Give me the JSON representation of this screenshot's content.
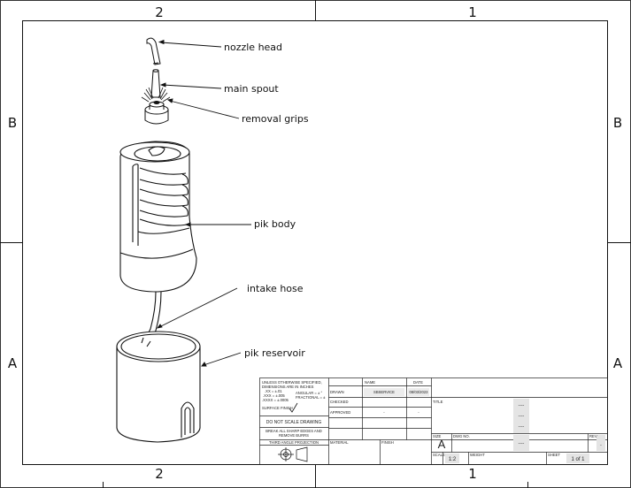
{
  "frame": {
    "top_zones": [
      "2",
      "1"
    ],
    "bottom_zones": [
      "2",
      "1"
    ],
    "left_zones": [
      "B",
      "A"
    ],
    "right_zones": [
      "B",
      "A"
    ]
  },
  "callouts": {
    "nozzle_head": "nozzle head",
    "main_spout": "main spout",
    "removal_grips": "removal grips",
    "pik_body": "pik body",
    "intake_hose": "intake hose",
    "pik_reservoir": "pik reservoir"
  },
  "title_block": {
    "tolerance_note": {
      "line1": "UNLESS OTHERWISE SPECIFIED,",
      "line2": "DIMENSIONS ARE IN INCHES",
      "line3": ".XX = ±.01",
      "line4": ".XXX = ±.005",
      "line5": ".XXXX = ±.0005",
      "angular": "ANGULAR = ± °",
      "fractional": "FRACTIONAL = ±"
    },
    "surface_finish_label": "SURFACE FINISH",
    "do_not_scale": "DO NOT SCALE DRAWING",
    "break_edges_line1": "BREAK ALL SHARP EDGES AND",
    "break_edges_line2": "REMOVE BURRS",
    "projection": "THIRD ANGLE PROJECTION",
    "headers": {
      "name": "NAME",
      "date": "DATE"
    },
    "rows": {
      "drawn": "DRAWN",
      "checked": "CHECKED",
      "approved": "APPROVED",
      "drawn_name": "SBSERVICE",
      "drawn_date": "08/03/2023",
      "approved_name": "-",
      "approved_date": "-"
    },
    "material_label": "MATERIAL",
    "finish_label": "FINISH",
    "title_label": "TITLE",
    "title_values": [
      "----",
      "----",
      "----"
    ],
    "size_label": "SIZE",
    "size_value": "A",
    "dwg_label": "DWG NO.",
    "dwg_value": "----",
    "rev_label": "REV",
    "rev_value": "-",
    "scale_label": "SCALE",
    "scale_value": "1:2",
    "weight_label": "WEIGHT",
    "sheet_label": "SHEET",
    "sheet_value": "1 of 1"
  }
}
